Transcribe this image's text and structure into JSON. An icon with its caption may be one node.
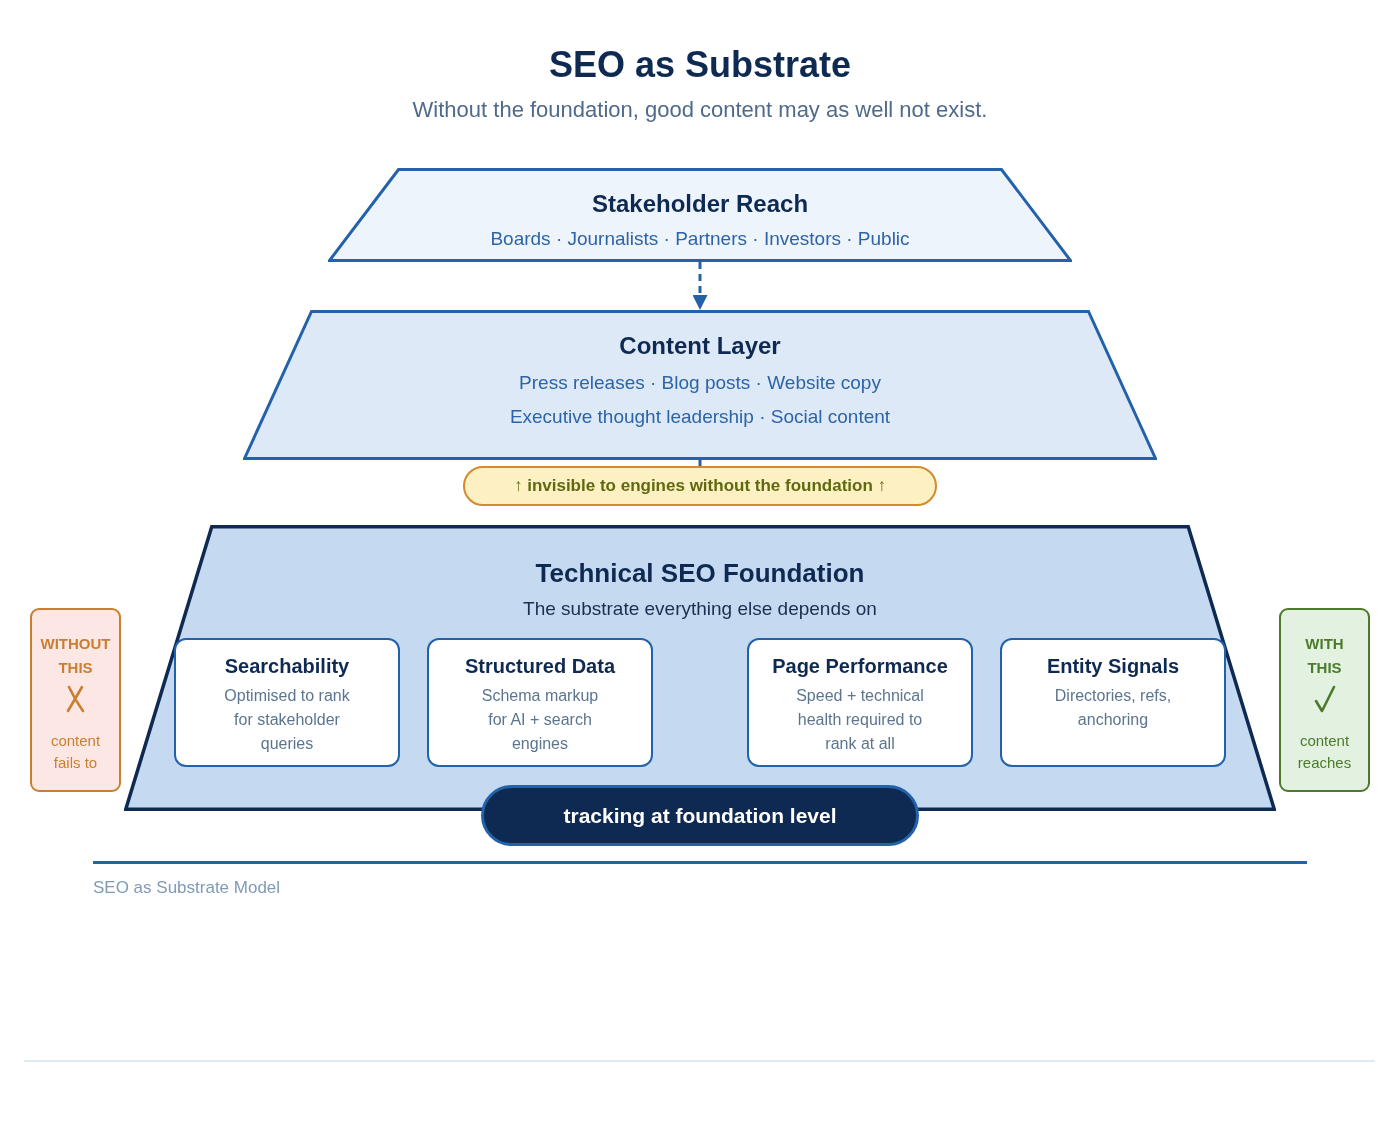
{
  "diagram": {
    "title": "SEO as Substrate",
    "nodes": [
      {
        "text": [
          "Stakeholder Reach",
          "Boards · Journalists · Partners · Investors · Public"
        ]
      },
      {
        "text": [
          "Content Layer",
          "Press releases · Blog posts · Website copy",
          "Executive thought leadership · Social content"
        ]
      },
      {
        "text": [
          "↑ invisible to engines without the foundation ↑"
        ]
      },
      {
        "text": [
          "Technical SEO Foundation",
          "The substrate everything else depends on"
        ]
      },
      {
        "text": [
          "Searchability",
          "Optimised to rank for stakeholder queries"
        ],
        "in": 3
      },
      {
        "text": [
          "Structured Data",
          "Schema markup for AI + search engines"
        ],
        "in": 3
      },
      {
        "text": [
          "Page Performance",
          "Speed + technical health required to rank at all"
        ],
        "in": 3
      },
      {
        "text": [
          "Entity Signals",
          "Directories, refs, anchoring"
        ],
        "in": 3
      },
      {
        "text": [
          "tracking at foundation level"
        ]
      },
      {
        "text": [
          "WITHOUT THIS",
          "content fails to"
        ]
      },
      {
        "text": [
          "WITH THIS",
          "content reaches"
        ]
      }
    ],
    "edges": [
      {
        "from": 0,
        "to": 1,
        "arrow": "to",
        "style": "dashed"
      },
      {
        "from": 1,
        "to": 2,
        "arrow": "none"
      }
    ],
    "labels": [
      "Without the foundation, good content may as well not exist.",
      "SEO as Substrate Model"
    ]
  }
}
